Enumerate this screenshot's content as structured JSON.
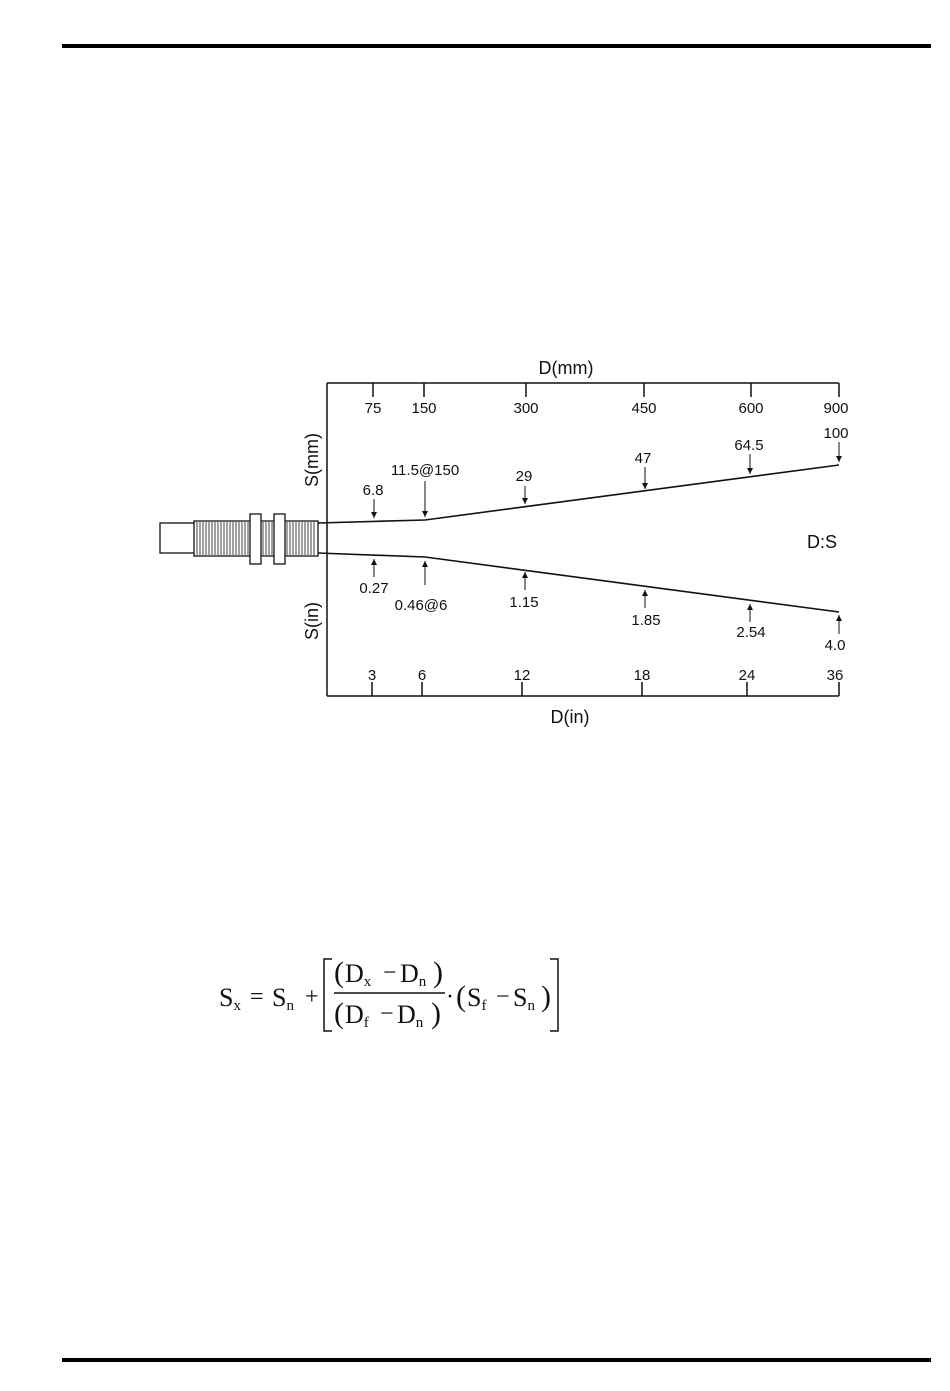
{
  "diagram": {
    "top_axis_title": "D(mm)",
    "bottom_axis_title": "D(in)",
    "upper_side_title": "S(mm)",
    "lower_side_title": "S(in)",
    "ratio_label": "D:S",
    "mm_ticks": [
      "75",
      "150",
      "300",
      "450",
      "600",
      "900"
    ],
    "in_ticks": [
      "3",
      "6",
      "12",
      "18",
      "24",
      "36"
    ],
    "spot_mm": [
      "6.8",
      "11.5@150",
      "29",
      "47",
      "64.5",
      "100"
    ],
    "spot_in": [
      "0.27",
      "0.46@6",
      "1.15",
      "1.85",
      "2.54",
      "4.0"
    ]
  },
  "formula": {
    "S": "S",
    "D": "D",
    "sub_x": "x",
    "sub_n": "n",
    "sub_f": "f",
    "eq": "=",
    "plus": "+",
    "minus": "−",
    "dot": "·"
  }
}
